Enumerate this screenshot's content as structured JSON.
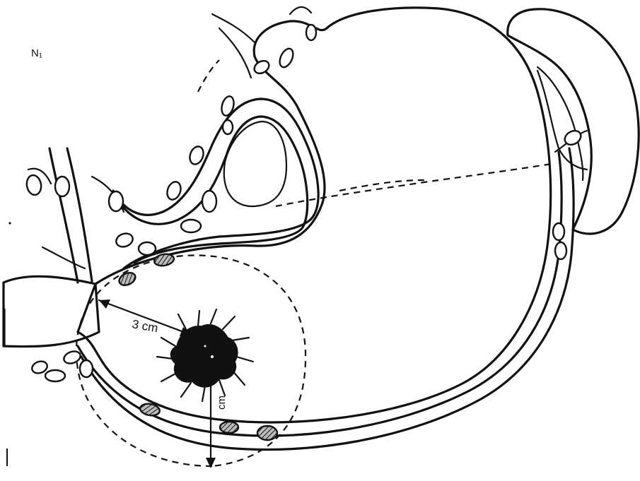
{
  "figure": {
    "corner_label": "N₁",
    "distance_label_horizontal": "3 cm",
    "distance_label_vertical": "cm"
  }
}
